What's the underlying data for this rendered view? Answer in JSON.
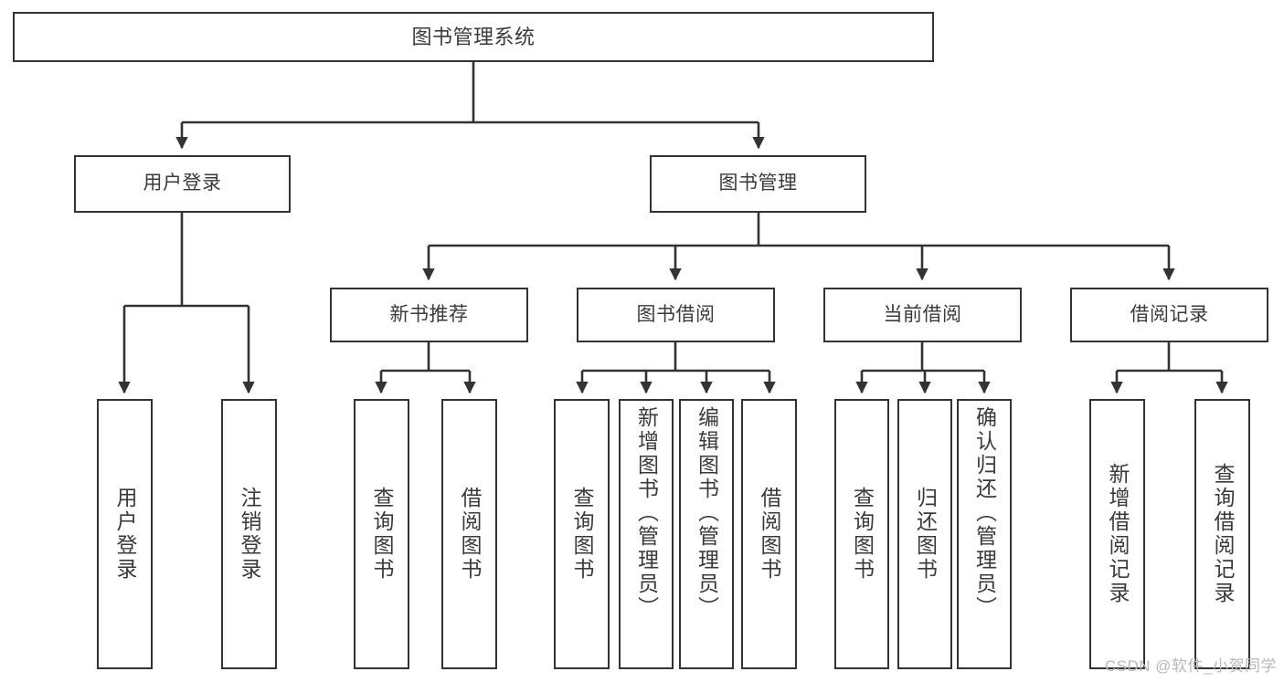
{
  "diagram": {
    "title": "图书管理系统",
    "watermark": "CSDN @软件_小贺同学",
    "line_color": "#333333",
    "box_fill": "#ffffff",
    "text_color": "#3a3a3a",
    "watermark_color": "#b8b8b8",
    "levels": {
      "root": [
        "图书管理系统"
      ],
      "tier1": [
        "用户登录",
        "图书管理"
      ],
      "tier2": [
        "新书推荐",
        "图书借阅",
        "当前借阅",
        "借阅记录"
      ],
      "leaves": [
        "用户登录",
        "注销登录",
        "查询图书",
        "借阅图书",
        "查询图书",
        "新增图书（管理员）",
        "编辑图书（管理员）",
        "借阅图书",
        "查询图书",
        "归还图书",
        "确认归还（管理员）",
        "新增借阅记录",
        "查询借阅记录"
      ]
    },
    "nodes": {
      "root": {
        "label": "图书管理系统"
      },
      "user_login": {
        "label": "用户登录"
      },
      "book_manage": {
        "label": "图书管理"
      },
      "new_book_rec": {
        "label": "新书推荐"
      },
      "book_borrow": {
        "label": "图书借阅"
      },
      "current_borrow": {
        "label": "当前借阅"
      },
      "borrow_record": {
        "label": "借阅记录"
      },
      "leaf_user_login": {
        "label": "用户登录"
      },
      "leaf_logout": {
        "label": "注销登录"
      },
      "leaf_query_book_1": {
        "label": "查询图书"
      },
      "leaf_borrow_book_1": {
        "label": "借阅图书"
      },
      "leaf_query_book_2": {
        "label": "查询图书"
      },
      "leaf_add_book": {
        "label": "新增图书（管理员）"
      },
      "leaf_edit_book": {
        "label": "编辑图书（管理员）"
      },
      "leaf_borrow_book_2": {
        "label": "借阅图书"
      },
      "leaf_query_book_3": {
        "label": "查询图书"
      },
      "leaf_return_book": {
        "label": "归还图书"
      },
      "leaf_confirm_return": {
        "label": "确认归还（管理员）"
      },
      "leaf_add_record": {
        "label": "新增借阅记录"
      },
      "leaf_query_record": {
        "label": "查询借阅记录"
      }
    }
  }
}
